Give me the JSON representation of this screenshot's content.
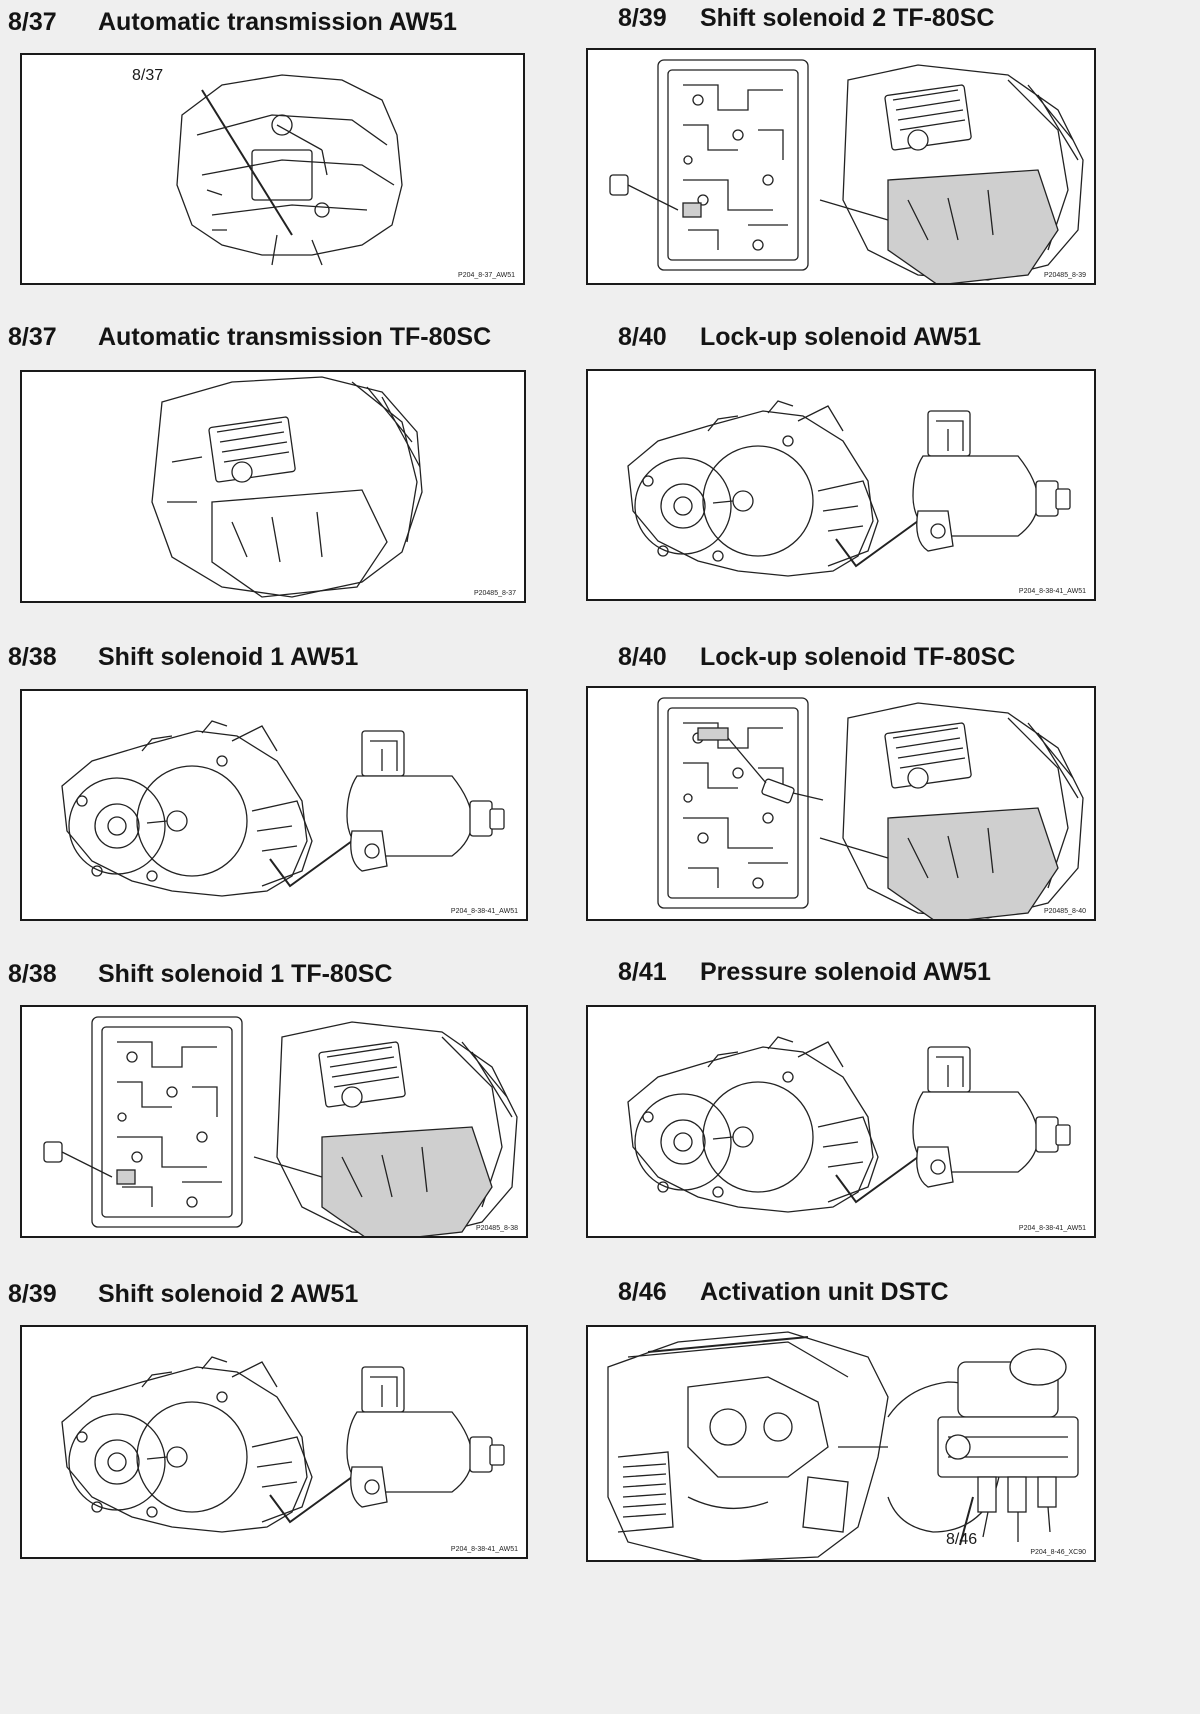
{
  "sections": [
    {
      "number": "8/37",
      "title": "Automatic transmission AW51",
      "caption": "P204_8-37_AW51",
      "callout": "8/37"
    },
    {
      "number": "8/37",
      "title": "Automatic transmission TF-80SC",
      "caption": "P20485_8-37"
    },
    {
      "number": "8/38",
      "title": "Shift solenoid 1 AW51",
      "caption": "P204_8-38-41_AW51"
    },
    {
      "number": "8/38",
      "title": "Shift solenoid 1 TF-80SC",
      "caption": "P20485_8-38"
    },
    {
      "number": "8/39",
      "title": "Shift solenoid 2 AW51",
      "caption": "P204_8-38-41_AW51"
    },
    {
      "number": "8/39",
      "title": "Shift solenoid 2 TF-80SC",
      "caption": "P20485_8-39"
    },
    {
      "number": "8/40",
      "title": "Lock-up solenoid AW51",
      "caption": "P204_8-38-41_AW51"
    },
    {
      "number": "8/40",
      "title": "Lock-up solenoid TF-80SC",
      "caption": "P20485_8-40"
    },
    {
      "number": "8/41",
      "title": "Pressure solenoid AW51",
      "caption": "P204_8-38-41_AW51"
    },
    {
      "number": "8/46",
      "title": "Activation unit DSTC",
      "caption": "P204_8-46_XC90",
      "callout": "8/46"
    }
  ]
}
